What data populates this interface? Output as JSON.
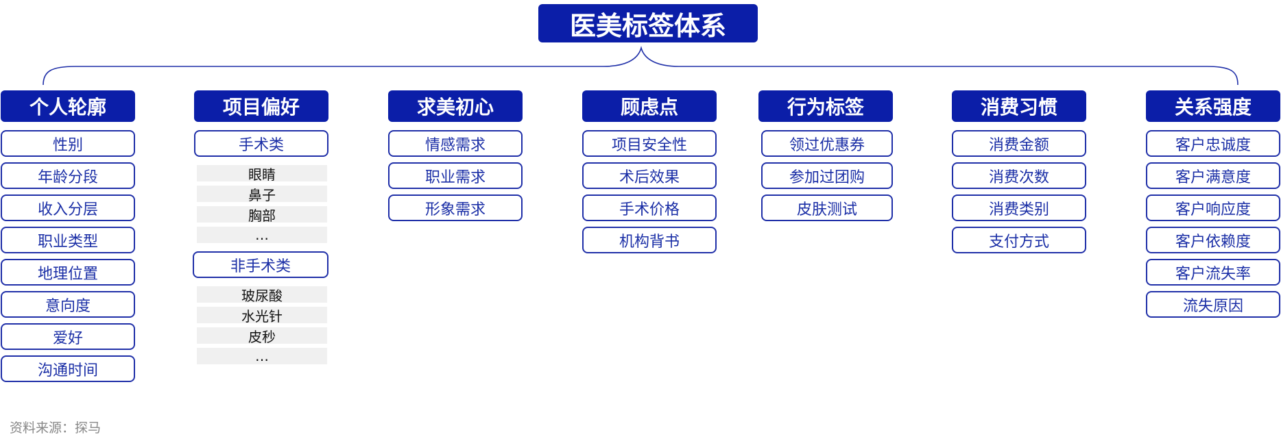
{
  "title": "医美标签体系",
  "columns": [
    {
      "header": "个人轮廓",
      "items": [
        "性别",
        "年龄分段",
        "收入分层",
        "职业类型",
        "地理位置",
        "意向度",
        "爱好",
        "沟通时间"
      ]
    },
    {
      "header": "项目偏好",
      "groups": [
        {
          "label": "手术类",
          "subitems": [
            "眼睛",
            "鼻子",
            "胸部",
            "…"
          ]
        },
        {
          "label": "非手术类",
          "subitems": [
            "玻尿酸",
            "水光针",
            "皮秒",
            "…"
          ]
        }
      ]
    },
    {
      "header": "求美初心",
      "items": [
        "情感需求",
        "职业需求",
        "形象需求"
      ]
    },
    {
      "header": "顾虑点",
      "items": [
        "项目安全性",
        "术后效果",
        "手术价格",
        "机构背书"
      ]
    },
    {
      "header": "行为标签",
      "items": [
        "领过优惠券",
        "参加过团购",
        "皮肤测试"
      ]
    },
    {
      "header": "消费习惯",
      "items": [
        "消费金额",
        "消费次数",
        "消费类别",
        "支付方式"
      ]
    },
    {
      "header": "关系强度",
      "items": [
        "客户忠诚度",
        "客户满意度",
        "客户响应度",
        "客户依赖度",
        "客户流失率",
        "流失原因"
      ]
    }
  ],
  "source": "资料来源：探马",
  "colors": {
    "primary": "#0b1ea8",
    "item_border": "#1f2fa8",
    "item_text": "#1a2ea6",
    "sub_bg": "#f0f0f0"
  }
}
